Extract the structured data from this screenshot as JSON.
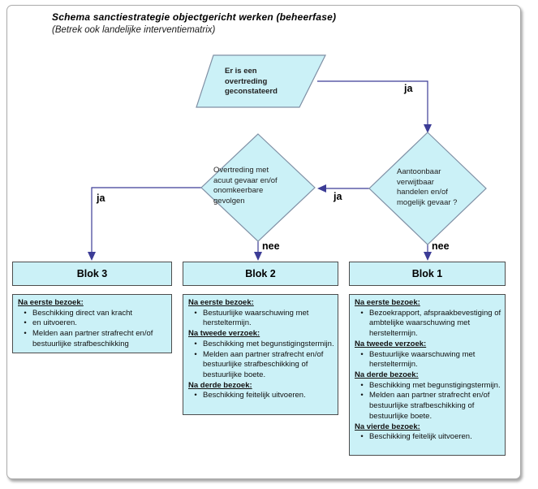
{
  "title": "Schema sanctiestrategie objectgericht werken (beheerfase)",
  "subtitle": "(Betrek ook landelijke interventiematrix)",
  "start": {
    "text": "Er is een\novertreding\ngeconstateerd"
  },
  "decisions": {
    "acute": {
      "text": "Overtreding met\nacuut gevaar en/of\nonomkeerbare\ngevolgen"
    },
    "verwijtbaar": {
      "text": "Aantoonbaar\nverwijtbaar\nhandelen en/of\nmogelijk gevaar ?"
    }
  },
  "labels": {
    "yes": "ja",
    "no": "nee"
  },
  "blocks": [
    {
      "title": "Blok 3",
      "sections": [
        {
          "heading": "Na eerste bezoek:",
          "bullets": [
            "Beschikking direct van kracht",
            "en uitvoeren.",
            "Melden aan partner strafrecht en/of bestuurlijke strafbeschikking"
          ]
        }
      ]
    },
    {
      "title": "Blok 2",
      "sections": [
        {
          "heading": "Na eerste bezoek:",
          "bullets": [
            "Bestuurlijke waarschuwing met hersteltermijn."
          ]
        },
        {
          "heading": "Na tweede verzoek:",
          "bullets": [
            "Beschikking met begunstigingstermijn.",
            "Melden aan partner strafrecht en/of bestuurlijke strafbeschikking of bestuurlijke boete."
          ]
        },
        {
          "heading": "Na derde bezoek:",
          "bullets": [
            "Beschikking feitelijk uitvoeren."
          ]
        }
      ]
    },
    {
      "title": "Blok 1",
      "sections": [
        {
          "heading": "Na eerste bezoek:",
          "bullets": [
            "Bezoekrapport, afspraakbevestiging of ambtelijke waarschuwing met hersteltermijn."
          ]
        },
        {
          "heading": "Na tweede verzoek:",
          "bullets": [
            "Bestuurlijke waarschuwing met hersteltermijn."
          ]
        },
        {
          "heading": "Na derde bezoek:",
          "bullets": [
            "Beschikking met begunstigingstermijn.",
            "Melden aan partner strafrecht en/of bestuurlijke strafbeschikking of bestuurlijke boete."
          ]
        },
        {
          "heading": "Na vierde bezoek:",
          "bullets": [
            "Beschikking feitelijk uitvoeren."
          ]
        }
      ]
    }
  ],
  "colors": {
    "shape_fill": "#cbf1f7",
    "shape_border": "#7f8fa4",
    "box_border": "#4d4d4d",
    "arrow": "#3c3c96",
    "text": "#1a1a1a"
  }
}
